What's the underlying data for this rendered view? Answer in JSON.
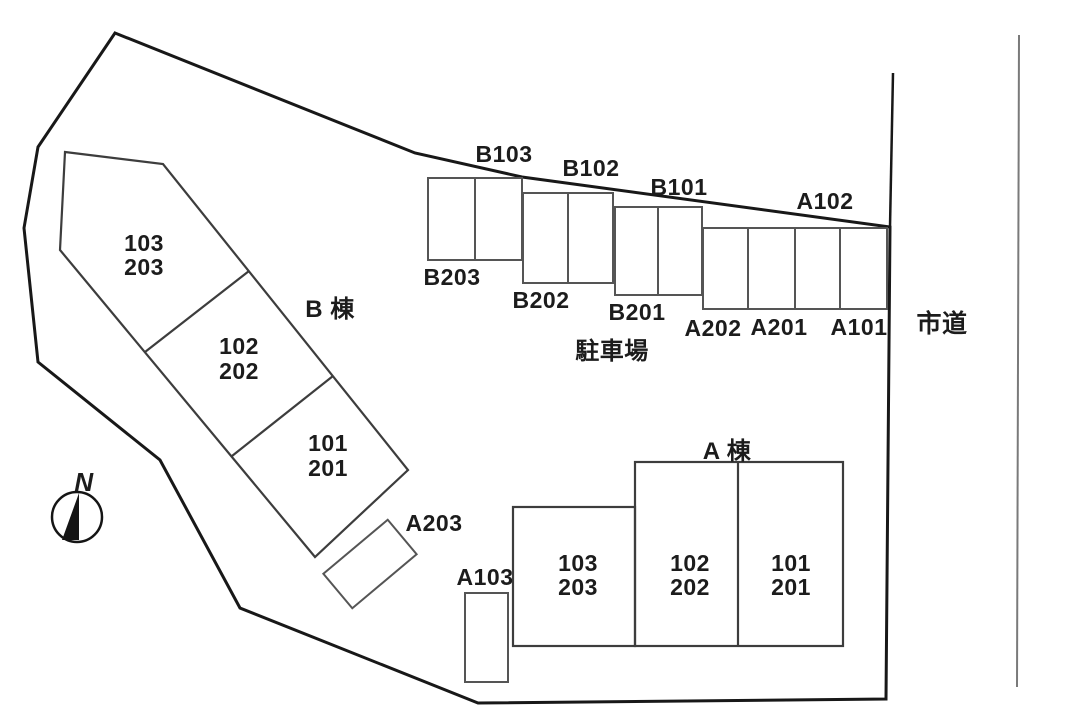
{
  "plan": {
    "compass_north": "N",
    "road_label": "市道",
    "parking_area_label": "駐車場",
    "parking_stalls": {
      "b103": "B103",
      "b102": "B102",
      "b101": "B101",
      "a102": "A102",
      "b203": "B203",
      "b202": "B202",
      "b201": "B201",
      "a202": "A202",
      "a201": "A201",
      "a101": "A101",
      "a203": "A203",
      "a103": "A103"
    },
    "building_b": {
      "label": "B 棟",
      "units": [
        [
          "103",
          "203"
        ],
        [
          "102",
          "202"
        ],
        [
          "101",
          "201"
        ]
      ]
    },
    "building_a": {
      "label": "A 棟",
      "units": [
        [
          "103",
          "203"
        ],
        [
          "102",
          "202"
        ],
        [
          "101",
          "201"
        ]
      ]
    }
  }
}
